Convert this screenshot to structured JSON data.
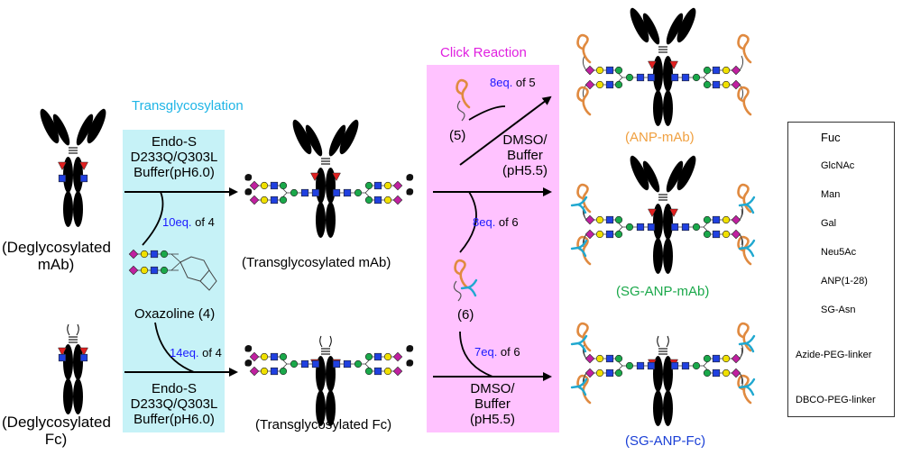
{
  "titles": {
    "transglycosylation": "Transglycosylation",
    "click_reaction": "Click Reaction"
  },
  "colors": {
    "cyan_box": "#c6f2f7",
    "pink_box": "#ffc2ff",
    "transglycosylation_title": "#1fb5e6",
    "click_title": "#e020e0",
    "anp_mab": "#f0a040",
    "sg_anp_mab": "#1aa84a",
    "sg_anp_fc": "#1a3fd6",
    "equivalents": "#1a1aff",
    "fuc": "#e02020",
    "glcnac": "#2040e0",
    "man": "#1aa84a",
    "gal": "#f0e000",
    "neu5ac": "#c020a0",
    "anp": "#e08a40",
    "sg_asn": "#20a8d0"
  },
  "start": {
    "mab_line1": "(Deglycosylated",
    "mab_line2": "mAb)",
    "fc_line1": "(Deglycosylated",
    "fc_line2": "Fc)"
  },
  "step1": {
    "enzyme_top": [
      "Endo-S",
      "D233Q/Q303L",
      "Buffer(pH6.0)"
    ],
    "eq_top_num": "10eq.",
    "eq_top_rest": " of 4",
    "oxazoline": "Oxazoline (4)",
    "eq_bottom_num": "14eq.",
    "eq_bottom_rest": " of 4",
    "enzyme_bottom": [
      "Endo-S",
      "D233Q/Q303L",
      "Buffer(pH6.0)"
    ]
  },
  "intermediates": {
    "mab": "(Transglycosylated mAb)",
    "fc": "(Transglycosylated Fc)"
  },
  "step2": {
    "reagent5_label": "(5)",
    "eq5_num": "8eq.",
    "eq5_rest": " of 5",
    "cond_top": [
      "DMSO/",
      "Buffer",
      "(pH5.5)"
    ],
    "eq6a_num": "8eq.",
    "eq6a_rest": " of 6",
    "reagent6_label": "(6)",
    "eq6b_num": "7eq.",
    "eq6b_rest": " of 6",
    "cond_bottom": [
      "DMSO/",
      "Buffer",
      "(pH5.5)"
    ]
  },
  "products": {
    "anp_mab": "(ANP-mAb)",
    "sg_anp_mab": "(SG-ANP-mAb)",
    "sg_anp_fc": "(SG-ANP-Fc)"
  },
  "legend": [
    {
      "name": "Fuc",
      "icon": "red-triangle"
    },
    {
      "name": "GlcNAc",
      "icon": "blue-square"
    },
    {
      "name": "Man",
      "icon": "green-circle"
    },
    {
      "name": "Gal",
      "icon": "yellow-circle"
    },
    {
      "name": "Neu5Ac",
      "icon": "magenta-diamond"
    },
    {
      "name": "ANP(1-28)",
      "icon": "orange-loop"
    },
    {
      "name": "SG-Asn",
      "icon": "cyan-fork"
    },
    {
      "name": "Azide-PEG-linker",
      "icon": "black-drop"
    },
    {
      "name": "DBCO-PEG-linker",
      "icon": "grey-squiggle"
    }
  ]
}
